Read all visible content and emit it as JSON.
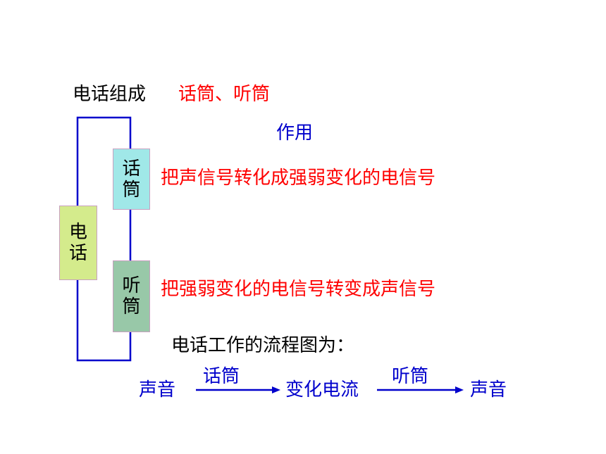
{
  "composition": {
    "label": "电话组成",
    "parts": "话筒、听筒"
  },
  "function_heading": "作用",
  "phone_box": [
    "电",
    "话"
  ],
  "mic_box": [
    "话",
    "筒"
  ],
  "receiver_box": [
    "听",
    "筒"
  ],
  "mic_function": "把声信号转化成强弱变化的电信号",
  "receiver_function": "把强弱变化的电信号转变成声信号",
  "flow": {
    "title": "电话工作的流程图为：",
    "start": "声音",
    "step1_label": "话筒",
    "middle": "变化电流",
    "step2_label": "听筒",
    "end": "声音"
  },
  "colors": {
    "phone_box": "#d4eb8c",
    "mic_box": "#a0e8e8",
    "receiver_box": "#98c8a8",
    "wire": "#0000cc",
    "arrow": "#0000cc"
  }
}
